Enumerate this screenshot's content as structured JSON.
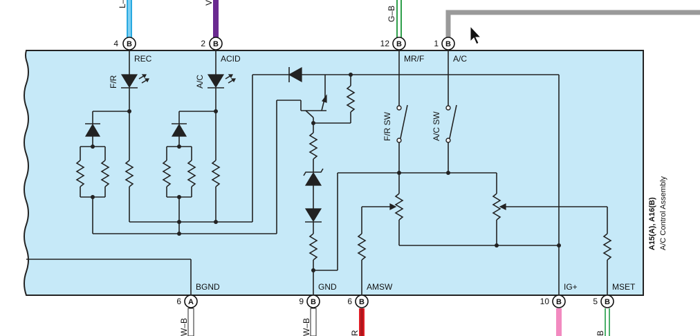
{
  "component": {
    "ref": "A15(A), A16(B)",
    "name": "A/C Control Assembly",
    "fill_color": "#c6e9f8"
  },
  "top_pins": [
    {
      "num": "4",
      "conn": "B",
      "signal": "REC",
      "wire_label": "L–B",
      "wire_color": "#29a9e0"
    },
    {
      "num": "2",
      "conn": "B",
      "signal": "ACID",
      "wire_label": "V",
      "wire_color": "#6a2a90"
    },
    {
      "num": "12",
      "conn": "B",
      "signal": "MR/F",
      "wire_label": "G–B",
      "wire_color": "#2e9e4a"
    },
    {
      "num": "1",
      "conn": "B",
      "signal": "A/C",
      "wire_label": "",
      "wire_color": "#9a9a9a"
    }
  ],
  "bottom_pins": [
    {
      "num": "6",
      "conn": "A",
      "signal": "BGND",
      "wire_label": "W–B",
      "wire_color": "#ffffff"
    },
    {
      "num": "9",
      "conn": "B",
      "signal": "GND",
      "wire_label": "W–B",
      "wire_color": "#ffffff"
    },
    {
      "num": "6",
      "conn": "B",
      "signal": "AMSW",
      "wire_label": "R",
      "wire_color": "#e01e25"
    },
    {
      "num": "10",
      "conn": "B",
      "signal": "IG+",
      "wire_label": "",
      "wire_color": "#f28ac0"
    },
    {
      "num": "5",
      "conn": "B",
      "signal": "MSET",
      "wire_label": "B",
      "wire_color": "#4caf6a"
    }
  ],
  "led_labels": {
    "fr": "F/R",
    "ac": "A/C"
  },
  "switch_labels": {
    "fr": "F/R SW",
    "ac": "A/C SW"
  }
}
